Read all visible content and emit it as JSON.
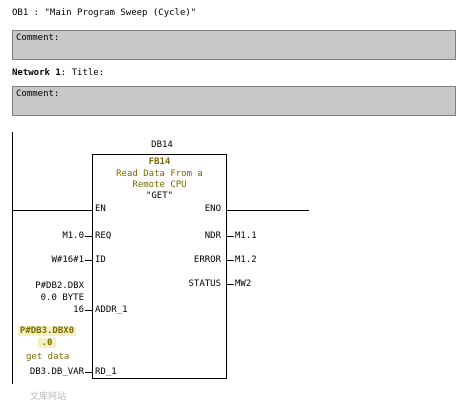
{
  "block": {
    "header": "OB1 :  \"Main Program Sweep (Cycle)\""
  },
  "block_comment": {
    "label": "Comment:"
  },
  "network": {
    "label": "Network 1",
    "separator": ":",
    "title": "Title:"
  },
  "network_comment": {
    "label": "Comment:"
  },
  "fb": {
    "instance_db": "DB14",
    "name": "FB14",
    "description_line1": "Read Data From a",
    "description_line2": "Remote CPU",
    "alias": "\"GET\""
  },
  "inputs": [
    {
      "pin": "EN",
      "operand_lines": []
    },
    {
      "pin": "REQ",
      "operand_lines": [
        "M1.0"
      ]
    },
    {
      "pin": "ID",
      "operand_lines": [
        "W#16#1"
      ]
    },
    {
      "pin": "ADDR_1",
      "operand_lines": [
        "P#DB2.DBX",
        "0.0 BYTE",
        "16"
      ]
    },
    {
      "pin": "RD_1",
      "operand_lines": [
        "P#DB3.DBX0",
        ".0",
        "get data",
        "DB3.DB_VAR"
      ]
    }
  ],
  "outputs": [
    {
      "pin": "ENO",
      "operand": ""
    },
    {
      "pin": "NDR",
      "operand": "M1.1"
    },
    {
      "pin": "ERROR",
      "operand": "M1.2"
    },
    {
      "pin": "STATUS",
      "operand": "MW2"
    }
  ],
  "watermark": "文库网站"
}
